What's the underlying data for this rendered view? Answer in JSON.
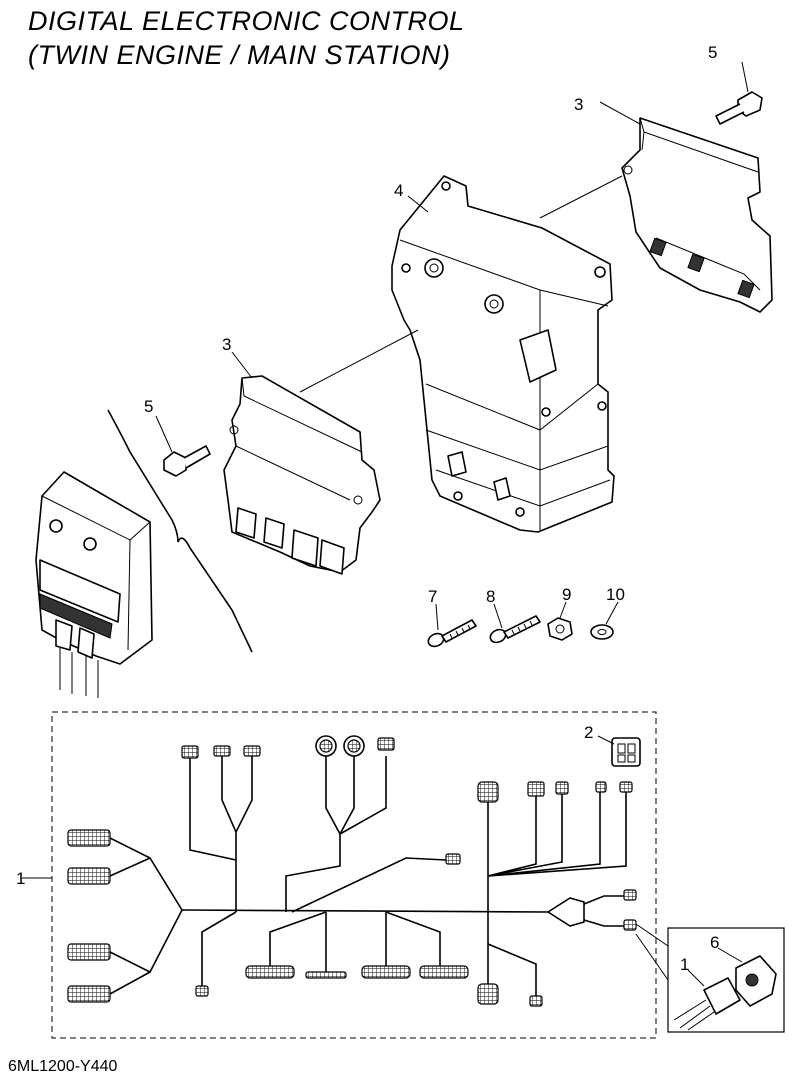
{
  "title": {
    "line1": "DIGITAL ELECTRONIC CONTROL",
    "line2": "(TWIN ENGINE / MAIN STATION)"
  },
  "figure_code": "6ML1200-Y440",
  "callouts": [
    "1",
    "2",
    "3",
    "3",
    "4",
    "5",
    "5",
    "6",
    "7",
    "8",
    "9",
    "10",
    "1"
  ],
  "parts": [
    {
      "ref": "1",
      "part": "wire-harness"
    },
    {
      "ref": "2",
      "part": "connector"
    },
    {
      "ref": "3",
      "part": "control-unit"
    },
    {
      "ref": "4",
      "part": "bracket"
    },
    {
      "ref": "5",
      "part": "bolt"
    },
    {
      "ref": "6",
      "part": "connector-housing"
    },
    {
      "ref": "7",
      "part": "screw"
    },
    {
      "ref": "8",
      "part": "screw"
    },
    {
      "ref": "9",
      "part": "nut"
    },
    {
      "ref": "10",
      "part": "washer"
    }
  ]
}
